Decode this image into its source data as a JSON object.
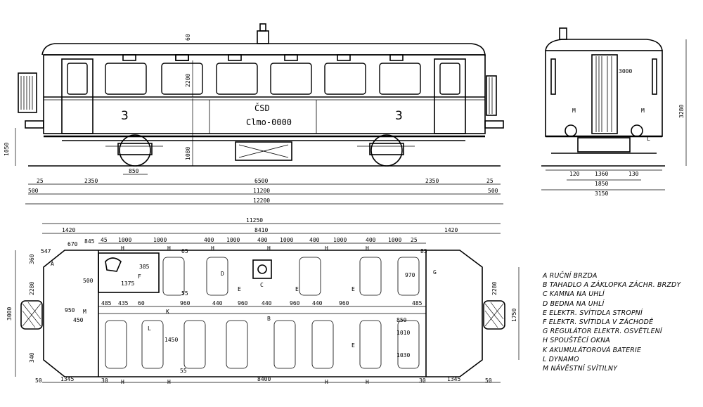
{
  "side_view": {
    "car_number_left": "3",
    "car_number_right": "3",
    "owner": "ČSD",
    "designation": "Clmo-0000",
    "dim_roof_vent": "60",
    "dim_window_height": "2200",
    "dim_floor_height": "1080",
    "dim_buffer_height": "1050",
    "dim_wheel_dia": "850",
    "dim_end_left": "25",
    "dim_overhang_left": "2350",
    "dim_wheelbase": "6500",
    "dim_overhang_right": "2350",
    "dim_end_right": "25",
    "dim_buffer_left": "500",
    "dim_body_length": "11200",
    "dim_buffer_right": "500",
    "dim_total_length": "12200"
  },
  "end_view": {
    "dim_height": "3280",
    "dim_width_inner": "3000",
    "dim_wheel_a": "120",
    "dim_gauge": "1360",
    "dim_wheel_b": "130",
    "dim_axle": "1850",
    "dim_width": "3150",
    "labels": [
      "M",
      "M",
      "L"
    ]
  },
  "plan_view": {
    "dim_overall": "11250",
    "dim_end_left": "1420",
    "dim_interior": "8410",
    "dim_end_right": "1420",
    "top_row": [
      "1000",
      "1000",
      "400",
      "1000",
      "400",
      "1000",
      "400",
      "1000",
      "400",
      "1000"
    ],
    "top_small": [
      "45",
      "65",
      "25",
      "55",
      "85"
    ],
    "mid_row": [
      "485",
      "435",
      "60",
      "960",
      "440",
      "960",
      "440",
      "960",
      "440",
      "960",
      "485"
    ],
    "bottom_left": "1345",
    "bottom_mid": "8400",
    "bottom_right": "1345",
    "bottom_small": [
      "50",
      "30",
      "55",
      "30",
      "50"
    ],
    "left_dims": [
      "3000",
      "2280",
      "360",
      "340"
    ],
    "right_dims": [
      "1750",
      "2280"
    ],
    "misc": [
      "547",
      "670",
      "845",
      "1375",
      "385",
      "500",
      "950",
      "450",
      "970",
      "1010",
      "1030",
      "1450",
      "850"
    ],
    "component_letters": [
      "A",
      "B",
      "C",
      "D",
      "E",
      "E",
      "E",
      "E",
      "F",
      "G",
      "H",
      "H",
      "H",
      "H",
      "H",
      "H",
      "H",
      "H",
      "H",
      "H",
      "K",
      "L",
      "M"
    ]
  },
  "legend": [
    "A  RUČNÍ BRZDA",
    "B  TAHADLO A ZÁKLOPKA ZÁCHR. BRZDY",
    "C  KAMNA NA UHLÍ",
    "D  BEDNA NA UHLÍ",
    "E  ELEKTR. SVÍTIDLA STROPNÍ",
    "F  ELEKTR. SVÍTIDLA V ZÁCHODĚ",
    "G  REGULÁTOR ELEKTR. OSVĚTLENÍ",
    "H  SPOUŠTĚCÍ OKNA",
    "K  AKUMULÁTOROVÁ BATERIE",
    "L  DYNAMO",
    "M  NÁVĚSTNÍ SVÍTILNY"
  ]
}
